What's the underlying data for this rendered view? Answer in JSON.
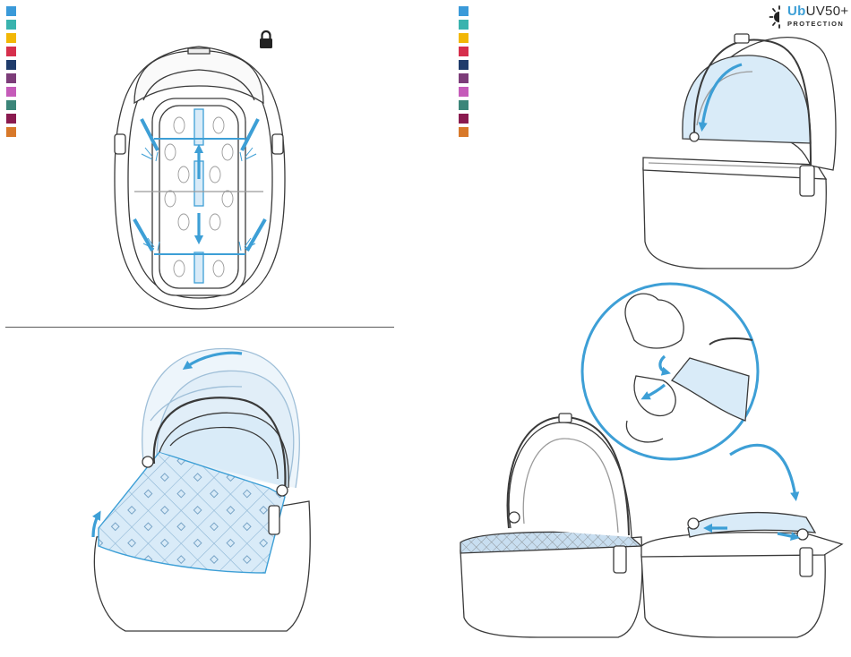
{
  "swatch_colors": [
    "#3a9ad9",
    "#39b3ae",
    "#f2b705",
    "#d62f4c",
    "#1f3b6b",
    "#7c3c79",
    "#c55bb9",
    "#3b8579",
    "#8a1a4f",
    "#d8792a"
  ],
  "accent_color": "#3d9fd6",
  "fill_color": "#d9ebf8",
  "line_color": "#3a3a3a",
  "icons": [
    "lock-icon",
    "sun-icon",
    "arrow-icon"
  ],
  "logo": {
    "brand": "Ub",
    "uv": "UV",
    "spf": "50+",
    "protection": "PROTECTION"
  }
}
